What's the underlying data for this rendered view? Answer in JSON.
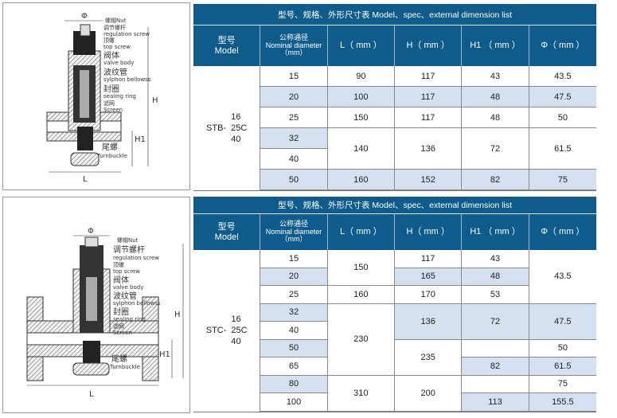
{
  "colors": {
    "header": "#0f5b8c",
    "highlight": "#d5e1f1",
    "grid": "#888888"
  },
  "diagram_labels": {
    "phi": "Φ",
    "H": "H",
    "H1": "H1",
    "L": "L",
    "nut": "螺帽Nut",
    "regulation_screw_cn": "调节螺杆",
    "regulation_screw_en": "regulation screw",
    "top_screw_cn": "顶螺",
    "top_screw_en": "top screw",
    "valve_body_cn": "阀体",
    "valve_body_en": "valve body",
    "bellows_cn": "波纹管",
    "bellows_en": "sylphon bellowss",
    "sealing_cn": "封圈",
    "sealing_en": "sealing ring",
    "screen_cn": "滤网",
    "screen_en": "Screen",
    "turnbuckle_cn": "尾螺",
    "turnbuckle_en": "Turnbuckle"
  },
  "tables": [
    {
      "title": "型号、规格、外形尺寸表  Model、spec、external dimension list",
      "headers": [
        {
          "lines": [
            "型号",
            "Model"
          ]
        },
        {
          "lines": [
            "公称通径",
            "Nominal diameter",
            "（mm）"
          ]
        },
        {
          "lines": [
            "L（ mm ）"
          ]
        },
        {
          "lines": [
            "H（ mm ）"
          ]
        },
        {
          "lines": [
            "H1 （ mm ）"
          ]
        },
        {
          "lines": [
            "Φ（  mm ）"
          ]
        }
      ],
      "model": {
        "prefix": "STB-",
        "pressures": [
          "16",
          "25C",
          "40"
        ]
      },
      "row_count": 6,
      "columns": [
        [
          {
            "v": "15",
            "span": 1,
            "hl": false
          },
          {
            "v": "20",
            "span": 1,
            "hl": true
          },
          {
            "v": "25",
            "span": 1,
            "hl": false
          },
          {
            "v": "32",
            "span": 1,
            "hl": true
          },
          {
            "v": "40",
            "span": 1,
            "hl": false
          },
          {
            "v": "50",
            "span": 1,
            "hl": true
          }
        ],
        [
          {
            "v": "90",
            "span": 1,
            "hl": false
          },
          {
            "v": "100",
            "span": 1,
            "hl": true
          },
          {
            "v": "150",
            "span": 1,
            "hl": false
          },
          {
            "v": "140",
            "span": 2,
            "hl": false
          },
          {
            "v": "160",
            "span": 1,
            "hl": true
          }
        ],
        [
          {
            "v": "117",
            "span": 1,
            "hl": false
          },
          {
            "v": "117",
            "span": 1,
            "hl": true
          },
          {
            "v": "117",
            "span": 1,
            "hl": false
          },
          {
            "v": "136",
            "span": 2,
            "hl": false
          },
          {
            "v": "152",
            "span": 1,
            "hl": true
          }
        ],
        [
          {
            "v": "43",
            "span": 1,
            "hl": false
          },
          {
            "v": "48",
            "span": 1,
            "hl": true
          },
          {
            "v": "48",
            "span": 1,
            "hl": false
          },
          {
            "v": "72",
            "span": 2,
            "hl": false
          },
          {
            "v": "82",
            "span": 1,
            "hl": true
          }
        ],
        [
          {
            "v": "43.5",
            "span": 1,
            "hl": false
          },
          {
            "v": "47.5",
            "span": 1,
            "hl": true
          },
          {
            "v": "50",
            "span": 1,
            "hl": false
          },
          {
            "v": "61.5",
            "span": 2,
            "hl": false
          },
          {
            "v": "75",
            "span": 1,
            "hl": true
          }
        ]
      ]
    },
    {
      "title": "型号、规格、外形尺寸表  Model、spec、external dimension list",
      "headers": [
        {
          "lines": [
            "型号",
            "Model"
          ]
        },
        {
          "lines": [
            "公称通径",
            "Nominal diameter",
            "（mm）"
          ]
        },
        {
          "lines": [
            "L（ mm ）"
          ]
        },
        {
          "lines": [
            "H（ mm ）"
          ]
        },
        {
          "lines": [
            "H1 （ mm ）"
          ]
        },
        {
          "lines": [
            "Φ（  mm ）"
          ]
        }
      ],
      "model": {
        "prefix": "STC-",
        "pressures": [
          "16",
          "25C",
          "40"
        ]
      },
      "row_count": 9,
      "columns": [
        [
          {
            "v": "15",
            "span": 1,
            "hl": false
          },
          {
            "v": "20",
            "span": 1,
            "hl": true
          },
          {
            "v": "25",
            "span": 1,
            "hl": false
          },
          {
            "v": "32",
            "span": 1,
            "hl": true
          },
          {
            "v": "40",
            "span": 1,
            "hl": false
          },
          {
            "v": "50",
            "span": 1,
            "hl": true
          },
          {
            "v": "65",
            "span": 1,
            "hl": false
          },
          {
            "v": "80",
            "span": 1,
            "hl": true
          },
          {
            "v": "100",
            "span": 1,
            "hl": false
          }
        ],
        [
          {
            "v": "150",
            "span": 2,
            "hl": false
          },
          {
            "v": "160",
            "span": 1,
            "hl": false
          },
          {
            "v": "230",
            "span": 4,
            "hl": false
          },
          {
            "v": "310",
            "span": 2,
            "hl": false
          }
        ],
        [
          {
            "v": "117",
            "span": 1,
            "hl": false
          },
          {
            "v": "165",
            "span": 1,
            "hl": true
          },
          {
            "v": "170",
            "span": 1,
            "hl": false
          },
          {
            "v": "136",
            "span": 2,
            "hl": true
          },
          {
            "v": "235",
            "span": 2,
            "hl": false
          },
          {
            "v": "200",
            "span": 2,
            "hl": false
          }
        ],
        [
          {
            "v": "43",
            "span": 1,
            "hl": false
          },
          {
            "v": "48",
            "span": 1,
            "hl": true
          },
          {
            "v": "53",
            "span": 1,
            "hl": false
          },
          {
            "v": "72",
            "span": 2,
            "hl": true
          },
          {
            "v": "",
            "span": 1,
            "hl": false
          },
          {
            "v": "82",
            "span": 1,
            "hl": true
          },
          {
            "v": "",
            "span": 1,
            "hl": false
          },
          {
            "v": "113",
            "span": 1,
            "hl": true
          }
        ],
        [
          {
            "v": "43.5",
            "span": 3,
            "hl": false
          },
          {
            "v": "47.5",
            "span": 2,
            "hl": true
          },
          {
            "v": "50",
            "span": 1,
            "hl": false
          },
          {
            "v": "61.5",
            "span": 1,
            "hl": true
          },
          {
            "v": "75",
            "span": 1,
            "hl": false
          },
          {
            "v": "155.5",
            "span": 1,
            "hl": true
          }
        ]
      ]
    }
  ]
}
